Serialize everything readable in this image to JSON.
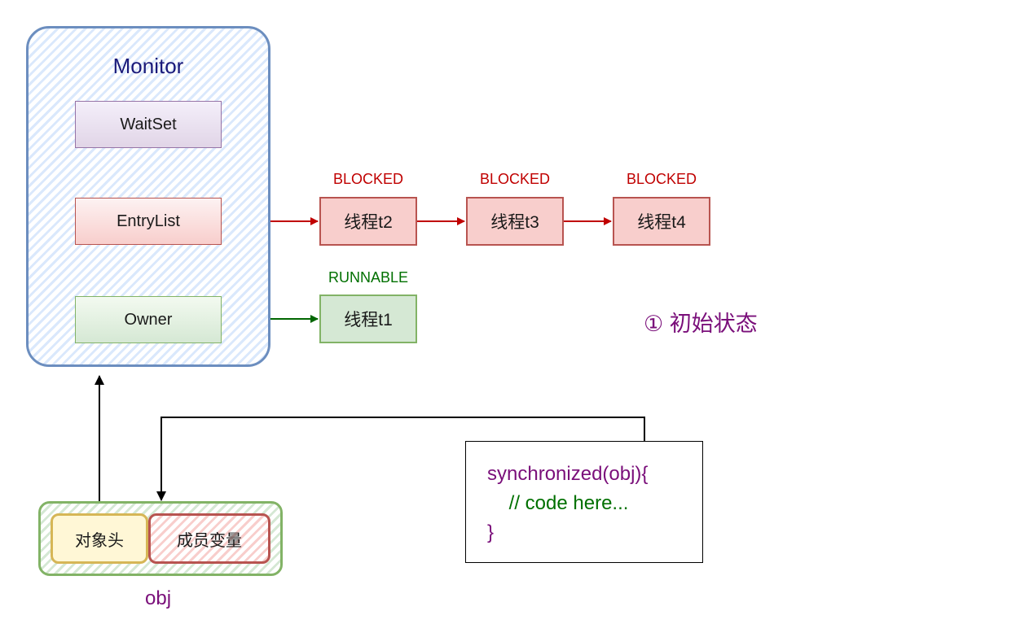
{
  "monitor": {
    "title": "Monitor",
    "slots": {
      "wait_set": "WaitSet",
      "entry_list": "EntryList",
      "owner": "Owner"
    },
    "colors": {
      "border": "#6c8ebf",
      "fill": "#dae8fc"
    }
  },
  "threads": {
    "t1": {
      "label": "线程t1",
      "state": "RUNNABLE"
    },
    "t2": {
      "label": "线程t2",
      "state": "BLOCKED"
    },
    "t3": {
      "label": "线程t3",
      "state": "BLOCKED"
    },
    "t4": {
      "label": "线程t4",
      "state": "BLOCKED"
    }
  },
  "step_note": "① 初始状态",
  "object": {
    "name": "obj",
    "header": "对象头",
    "fields": "成员变量"
  },
  "code": {
    "line1": "synchronized(obj){",
    "line2": "    // code here...",
    "line3": "}"
  },
  "colors": {
    "blocked": "#c00000",
    "runnable": "#007000",
    "accent": "#7a0f7a"
  }
}
